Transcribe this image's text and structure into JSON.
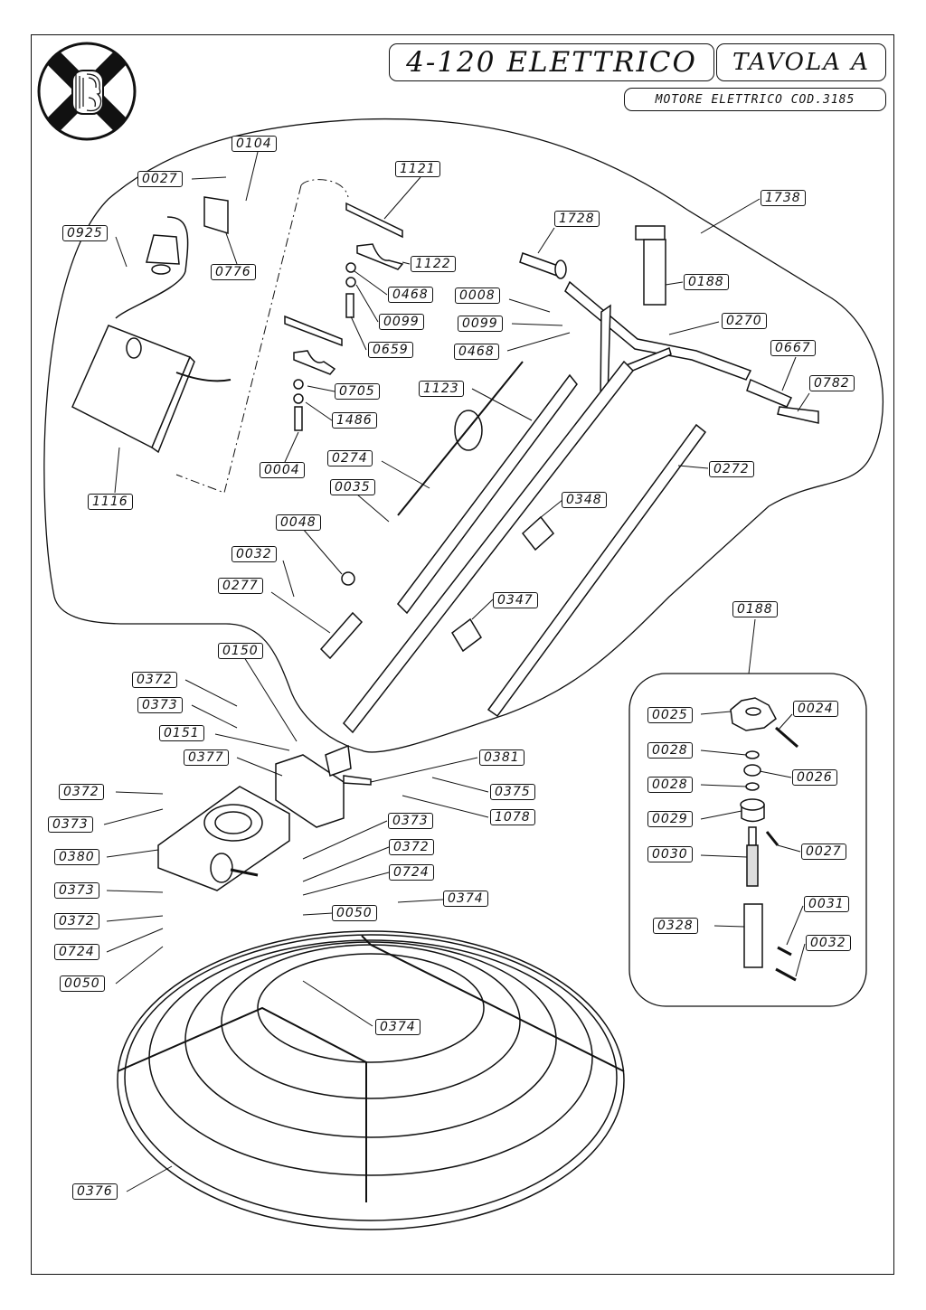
{
  "header": {
    "title": "4-120 ELETTRICO",
    "sheet": "TAVOLA A",
    "subtitle": "MOTORE ELETTRICO COD.3185"
  },
  "logo": {
    "icon": "brand-logo-b-cross",
    "letter": "B"
  },
  "part_labels": {
    "p0104": "0104",
    "p0027a": "0027",
    "p0925": "0925",
    "p0776": "0776",
    "p1116": "1116",
    "p1121": "1121",
    "p1122": "1122",
    "p0468a": "0468",
    "p0099a": "0099",
    "p0659": "0659",
    "p0705": "0705",
    "p1486": "1486",
    "p0004": "0004",
    "p1728": "1728",
    "p1738": "1738",
    "p0188a": "0188",
    "p0008": "0008",
    "p0099b": "0099",
    "p0468b": "0468",
    "p0270": "0270",
    "p0667": "0667",
    "p0782": "0782",
    "p1123": "1123",
    "p0274": "0274",
    "p0035": "0035",
    "p0272": "0272",
    "p0348": "0348",
    "p0347": "0347",
    "p0048": "0048",
    "p0032a": "0032",
    "p0277": "0277",
    "p0150": "0150",
    "p0372a": "0372",
    "p0373a": "0373",
    "p0151": "0151",
    "p0377": "0377",
    "p0381": "0381",
    "p0375": "0375",
    "p1078": "1078",
    "p0372b": "0372",
    "p0373b": "0373",
    "p0380": "0380",
    "p0373c": "0373",
    "p0372c": "0372",
    "p0724a": "0724",
    "p0050a": "0050",
    "p0373d": "0373",
    "p0372d": "0372",
    "p0724b": "0724",
    "p0374a": "0374",
    "p0050b": "0050",
    "p0374b": "0374",
    "p0376": "0376",
    "p0188b": "0188",
    "p0025": "0025",
    "p0024": "0024",
    "p0028a": "0028",
    "p0026": "0026",
    "p0028b": "0028",
    "p0029": "0029",
    "p0027b": "0027",
    "p0030": "0030",
    "p0031": "0031",
    "p0328": "0328",
    "p0032b": "0032"
  }
}
